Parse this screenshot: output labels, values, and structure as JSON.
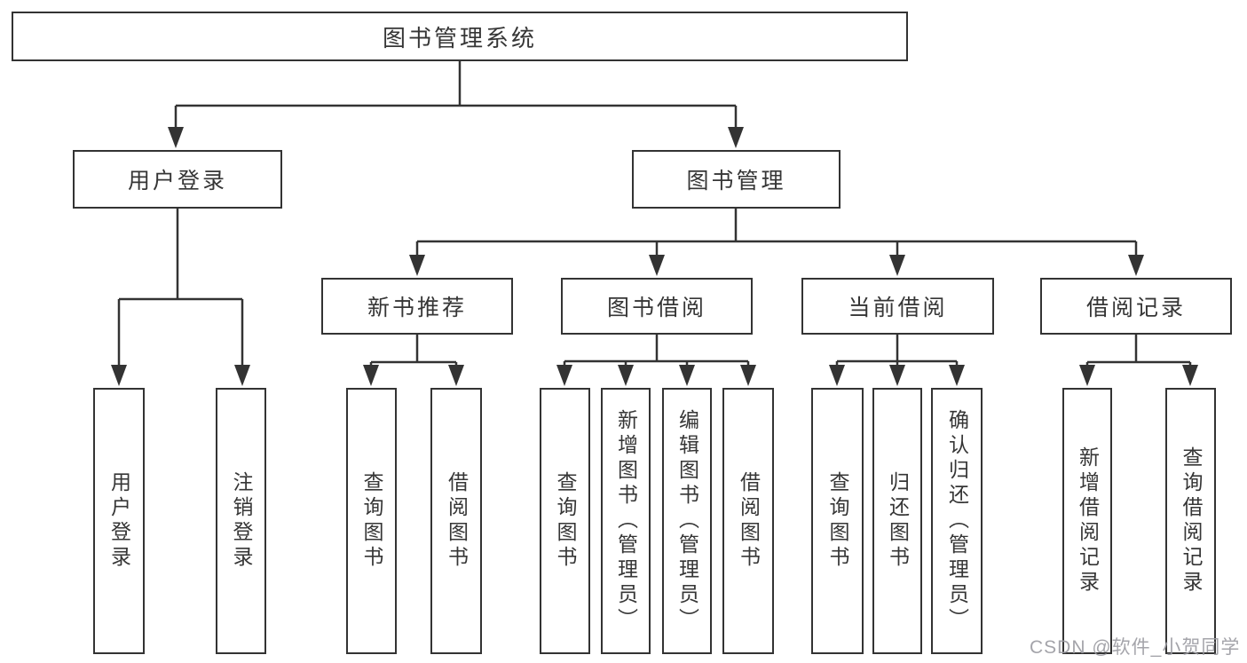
{
  "root": {
    "label": "图书管理系统"
  },
  "level2": {
    "user": {
      "label": "用户登录"
    },
    "book": {
      "label": "图书管理"
    }
  },
  "user_children": [
    {
      "label": "用户登录"
    },
    {
      "label": "注销登录"
    }
  ],
  "modules": [
    {
      "label": "新书推荐"
    },
    {
      "label": "图书借阅"
    },
    {
      "label": "当前借阅"
    },
    {
      "label": "借阅记录"
    }
  ],
  "leaves": {
    "recommend": [
      {
        "label": "查询图书"
      },
      {
        "label": "借阅图书"
      }
    ],
    "borrow": [
      {
        "label": "查询图书"
      },
      {
        "label": "新增图书（管理员）"
      },
      {
        "label": "编辑图书（管理员）"
      },
      {
        "label": "借阅图书"
      }
    ],
    "current": [
      {
        "label": "查询图书"
      },
      {
        "label": "归还图书"
      },
      {
        "label": "确认归还（管理员）"
      }
    ],
    "records": [
      {
        "label": "新增借阅记录"
      },
      {
        "label": "查询借阅记录"
      }
    ]
  },
  "watermark": {
    "text": "CSDN @软件_小贺同学"
  },
  "colors": {
    "line": "#333333",
    "text": "#363636",
    "background": "#ffffff",
    "watermark": "#9b9ba1"
  }
}
